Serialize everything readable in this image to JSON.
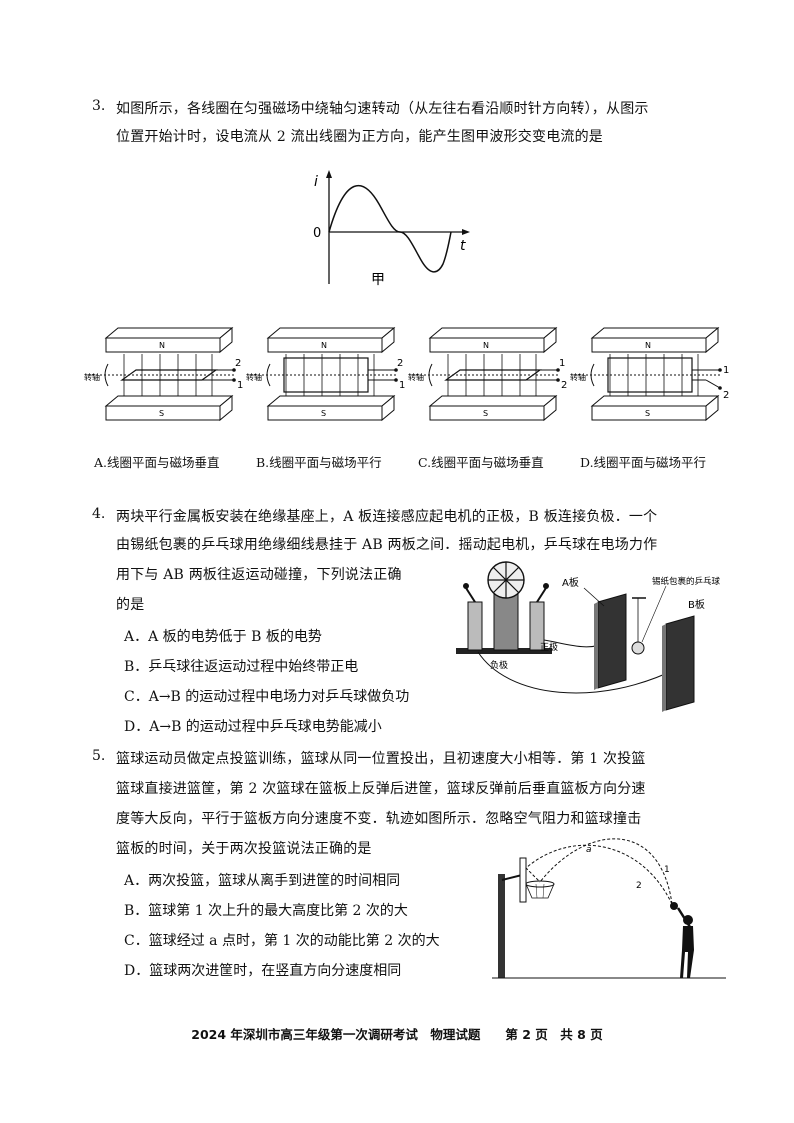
{
  "q3": {
    "number": "3.",
    "lines": [
      "如图所示，各线圈在匀强磁场中绕轴匀速转动（从左往右看沿顺时针方向转），从图示",
      "位置开始计时，设电流从 2 流出线圈为正方向，能产生图甲波形交变电流的是"
    ],
    "graph": {
      "y_label": "i",
      "x_label": "t",
      "origin": "0",
      "caption": "甲"
    },
    "figure_labels": {
      "north": "N",
      "south": "S",
      "axis": "转轴",
      "term1": "1",
      "term2": "2"
    },
    "options": [
      "A.线圈平面与磁场垂直",
      "B.线圈平面与磁场平行",
      "C.线圈平面与磁场垂直",
      "D.线圈平面与磁场平行"
    ]
  },
  "q4": {
    "number": "4.",
    "lines": [
      "两块平行金属板安装在绝缘基座上，A 板连接感应起电机的正极，B 板连接负极．一个",
      "由锡纸包裹的乒乓球用绝缘细线悬挂于 AB 两板之间．摇动起电机，乒乓球在电场力作",
      "用下与 AB 两板往返运动碰撞，下列说法正确",
      "的是"
    ],
    "options": [
      "A．A 板的电势低于 B 板的电势",
      "B．乒乓球往返运动过程中始终带正电",
      "C．A→B 的运动过程中电场力对乒乓球做负功",
      "D．A→B 的运动过程中乒乓球电势能减小"
    ],
    "figure_labels": {
      "plate_a": "A板",
      "plate_b": "B板",
      "ball": "锡纸包裹的乒乓球",
      "positive": "正极",
      "negative": "负极"
    }
  },
  "q5": {
    "number": "5.",
    "lines": [
      "篮球运动员做定点投篮训练，篮球从同一位置投出，且初速度大小相等．第 1 次投篮",
      "篮球直接进篮筐，第 2 次篮球在篮板上反弹后进筐，篮球反弹前后垂直篮板方向分速",
      "度等大反向，平行于篮板方向分速度不变．轨迹如图所示．忽略空气阻力和篮球撞击",
      "篮板的时间，关于两次投篮说法正确的是"
    ],
    "options": [
      "A．两次投篮，篮球从离手到进筐的时间相同",
      "B．篮球第 1 次上升的最大高度比第 2 次的大",
      "C．篮球经过 a 点时，第 1 次的动能比第 2 次的大",
      "D．篮球两次进筐时，在竖直方向分速度相同"
    ],
    "figure_labels": {
      "path1": "1",
      "path2": "2",
      "point_a": "a"
    }
  },
  "footer": "2024 年深圳市高三年级第一次调研考试　物理试题　　第 2 页　共 8 页"
}
